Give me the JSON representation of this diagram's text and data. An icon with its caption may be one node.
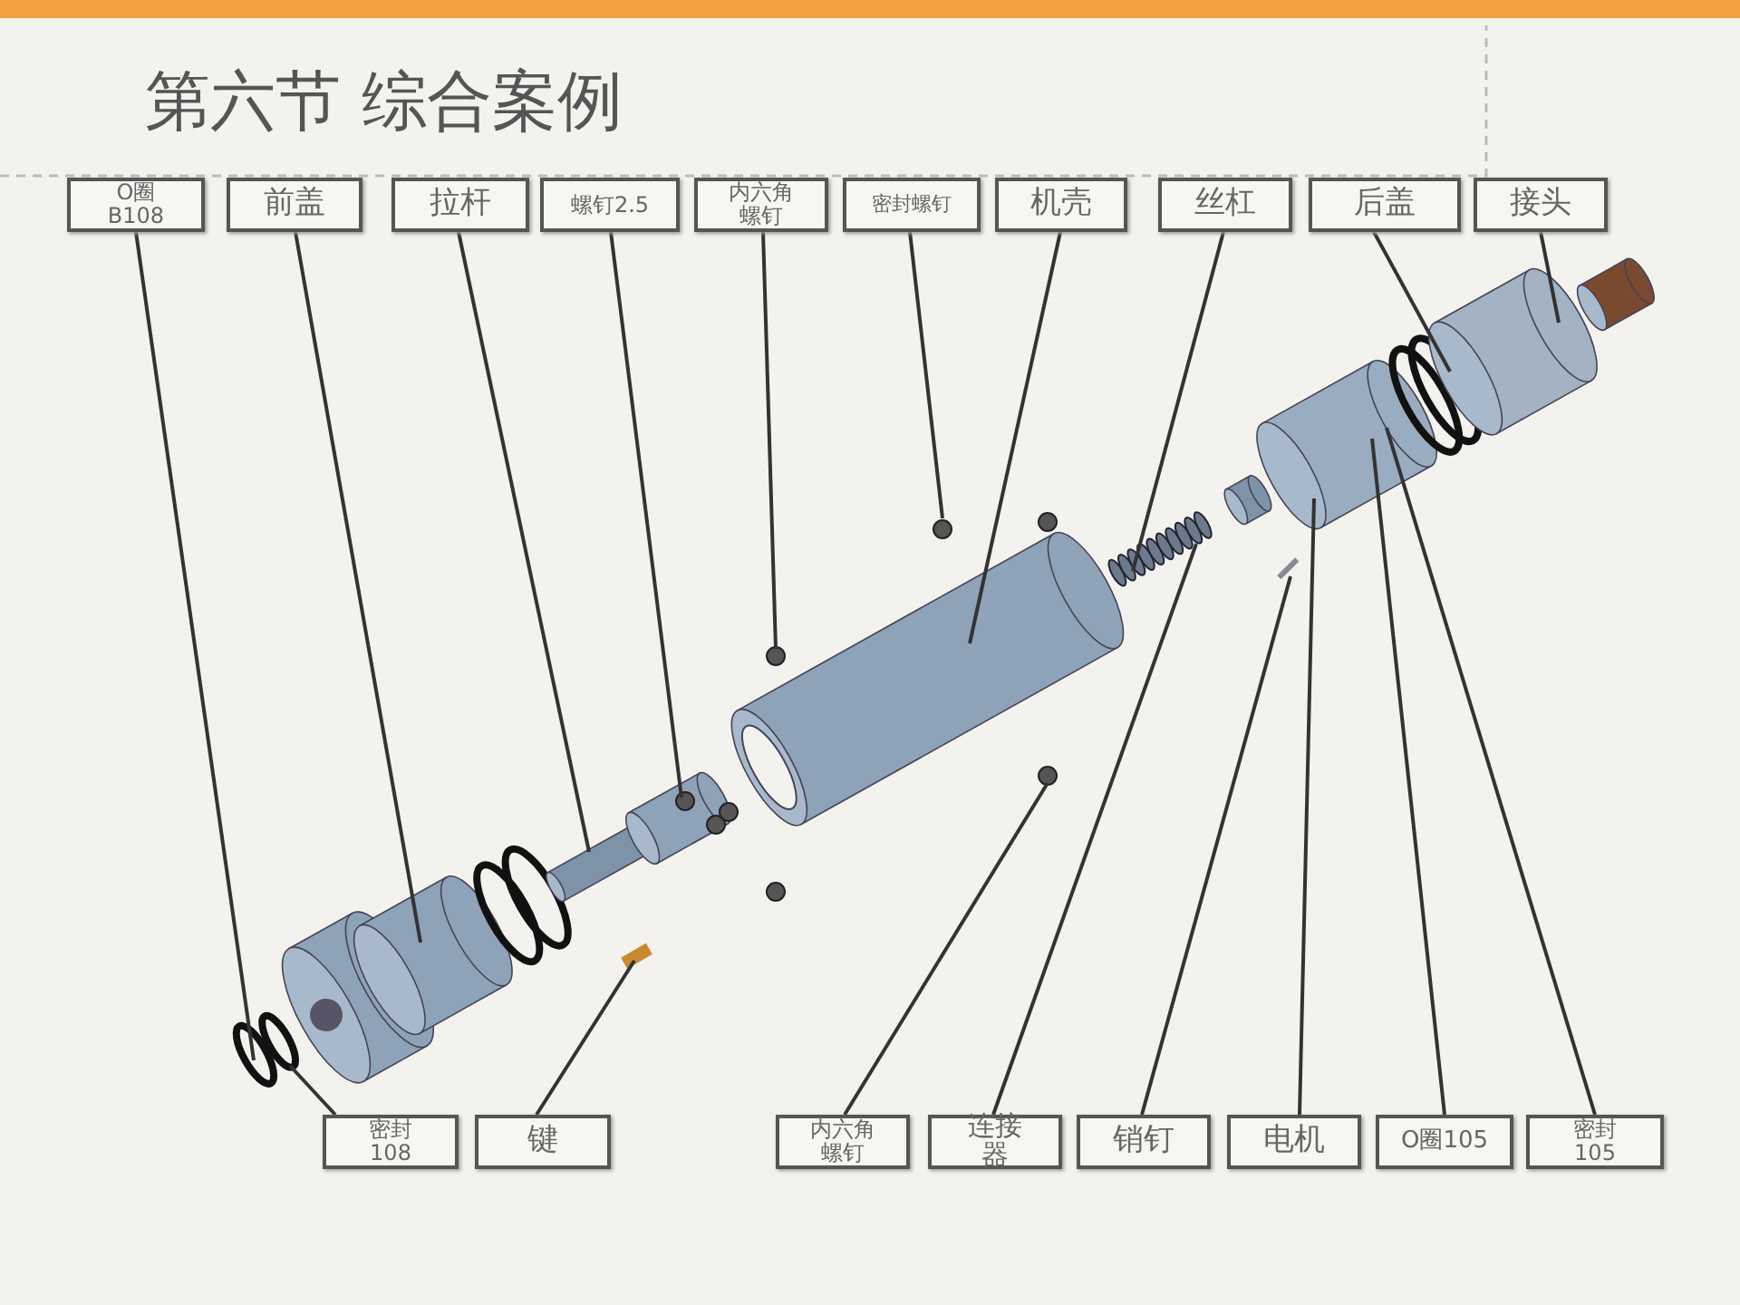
{
  "diagram": {
    "title": "第六节 综合案例",
    "nodes": [
      {
        "text": [
          "O圈 B108"
        ]
      },
      {
        "text": [
          "前盖"
        ]
      },
      {
        "text": [
          "拉杆"
        ]
      },
      {
        "text": [
          "螺钉2.5"
        ]
      },
      {
        "text": [
          "内六角螺钉"
        ]
      },
      {
        "text": [
          "密封螺钉"
        ]
      },
      {
        "text": [
          "机壳"
        ]
      },
      {
        "text": [
          "丝杠"
        ]
      },
      {
        "text": [
          "后盖"
        ]
      },
      {
        "text": [
          "接头"
        ]
      },
      {
        "text": [
          "密封 108"
        ]
      },
      {
        "text": [
          "键"
        ]
      },
      {
        "text": [
          "内六角螺钉"
        ]
      },
      {
        "text": [
          "连接器"
        ]
      },
      {
        "text": [
          "销钉"
        ]
      },
      {
        "text": [
          "电机"
        ]
      },
      {
        "text": [
          "O圈105"
        ]
      },
      {
        "text": [
          "密封 105"
        ]
      }
    ],
    "edges": [
      {
        "from": 0,
        "to": null,
        "arrow": "none"
      },
      {
        "from": 1,
        "to": null,
        "arrow": "none"
      },
      {
        "from": 2,
        "to": null,
        "arrow": "none"
      },
      {
        "from": 3,
        "to": null,
        "arrow": "none"
      },
      {
        "from": 4,
        "to": null,
        "arrow": "none"
      },
      {
        "from": 5,
        "to": null,
        "arrow": "none"
      },
      {
        "from": 6,
        "to": null,
        "arrow": "none"
      },
      {
        "from": 7,
        "to": null,
        "arrow": "none"
      },
      {
        "from": 8,
        "to": null,
        "arrow": "none"
      },
      {
        "from": 9,
        "to": null,
        "arrow": "none"
      },
      {
        "from": 10,
        "to": null,
        "arrow": "none"
      },
      {
        "from": 11,
        "to": null,
        "arrow": "none"
      },
      {
        "from": 12,
        "to": null,
        "arrow": "none"
      },
      {
        "from": 13,
        "to": null,
        "arrow": "none"
      },
      {
        "from": 14,
        "to": null,
        "arrow": "none"
      },
      {
        "from": 15,
        "to": null,
        "arrow": "none"
      },
      {
        "from": 16,
        "to": null,
        "arrow": "none"
      },
      {
        "from": 17,
        "to": null,
        "arrow": "none"
      }
    ]
  }
}
